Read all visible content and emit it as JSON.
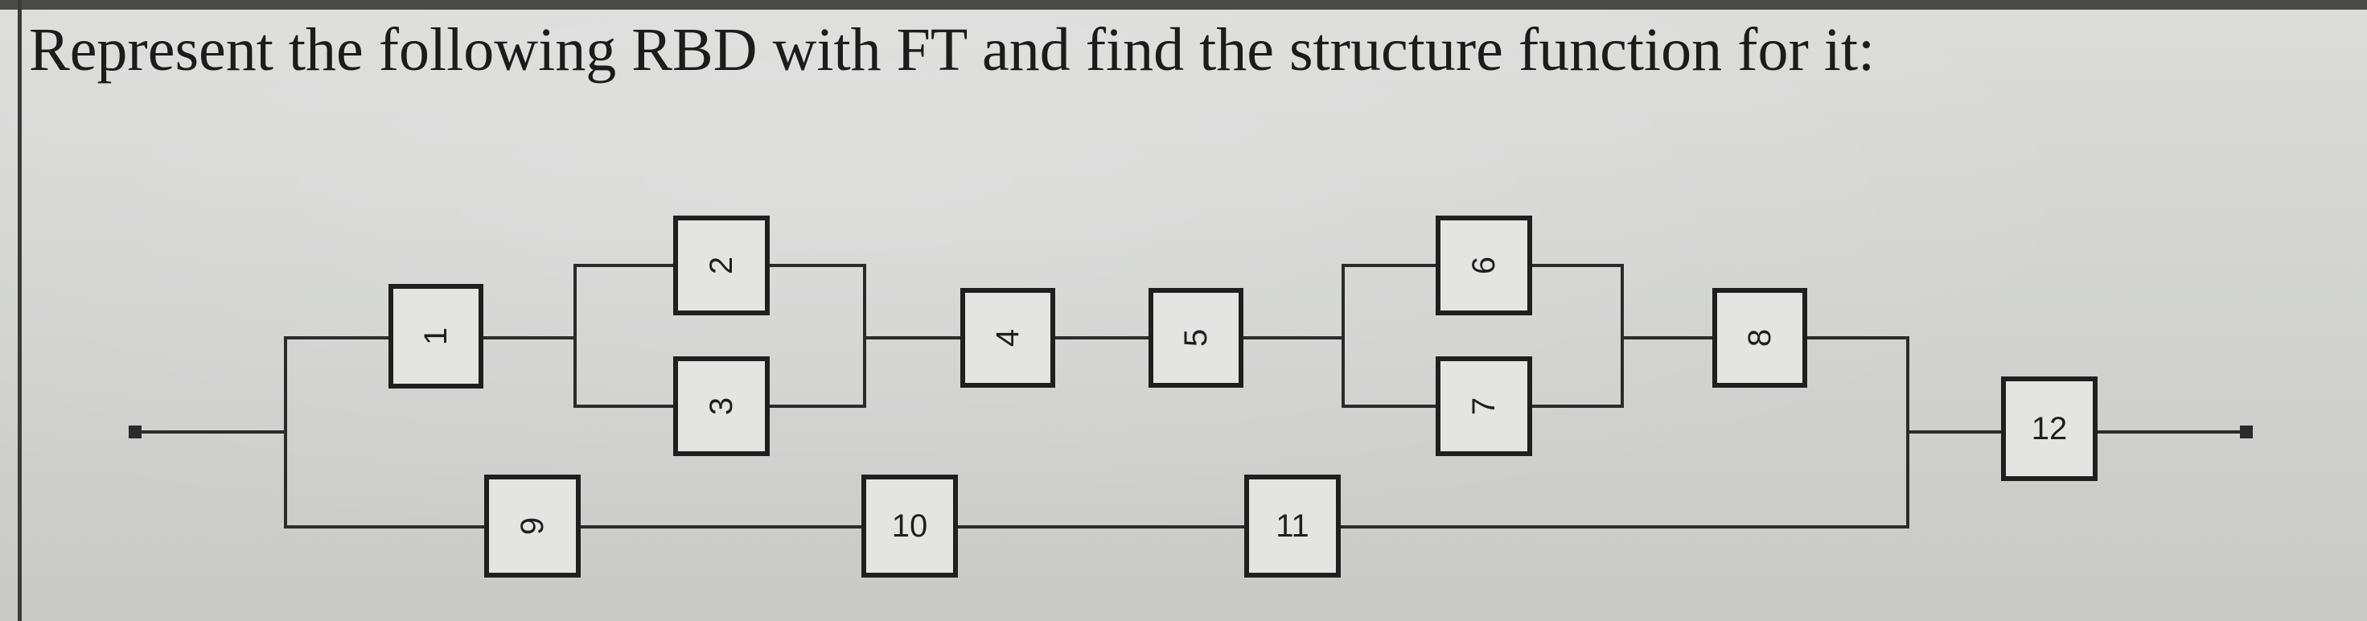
{
  "question": {
    "title": "Represent the following RBD with FT and find the structure function for it:"
  },
  "rbd": {
    "blocks": [
      {
        "id": "1",
        "label": "1",
        "rotated": true
      },
      {
        "id": "2",
        "label": "2",
        "rotated": true
      },
      {
        "id": "3",
        "label": "3",
        "rotated": true
      },
      {
        "id": "4",
        "label": "4",
        "rotated": true
      },
      {
        "id": "5",
        "label": "5",
        "rotated": true
      },
      {
        "id": "6",
        "label": "6",
        "rotated": true
      },
      {
        "id": "7",
        "label": "7",
        "rotated": true
      },
      {
        "id": "8",
        "label": "8",
        "rotated": true
      },
      {
        "id": "9",
        "label": "9",
        "rotated": true
      },
      {
        "id": "10",
        "label": "10",
        "rotated": false
      },
      {
        "id": "11",
        "label": "11",
        "rotated": false
      },
      {
        "id": "12",
        "label": "12",
        "rotated": false
      }
    ],
    "connections": [
      [
        "input",
        "1"
      ],
      [
        "1",
        "2"
      ],
      [
        "1",
        "3"
      ],
      [
        "2",
        "4"
      ],
      [
        "3",
        "4"
      ],
      [
        "4",
        "5"
      ],
      [
        "5",
        "6"
      ],
      [
        "5",
        "7"
      ],
      [
        "6",
        "8"
      ],
      [
        "7",
        "8"
      ],
      [
        "8",
        "12"
      ],
      [
        "input",
        "9"
      ],
      [
        "9",
        "10"
      ],
      [
        "10",
        "11"
      ],
      [
        "11",
        "12"
      ],
      [
        "12",
        "output"
      ]
    ]
  }
}
